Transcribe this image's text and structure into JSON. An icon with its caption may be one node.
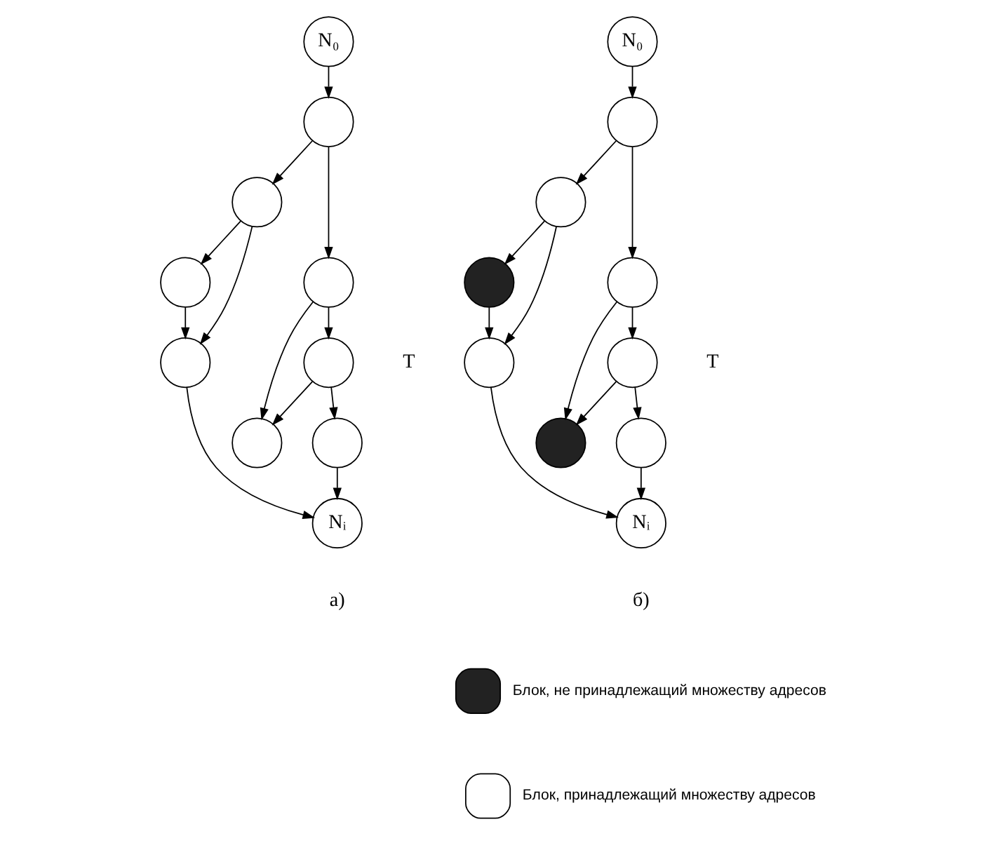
{
  "diagram": {
    "nodes": [
      {
        "text": [
          "N₀"
        ]
      },
      {
        "text": [],
        "shape": "circle"
      },
      {
        "text": [],
        "shape": "circle"
      },
      {
        "text": [],
        "shape": "circle"
      },
      {
        "text": [],
        "shape": "circle"
      },
      {
        "text": [],
        "shape": "circle"
      },
      {
        "text": [],
        "shape": "circle"
      },
      {
        "text": [],
        "shape": "circle"
      },
      {
        "text": [],
        "shape": "circle"
      },
      {
        "text": [
          "Nᵢ"
        ]
      },
      {
        "text": [
          "N₀"
        ]
      },
      {
        "text": [],
        "shape": "circle"
      },
      {
        "text": [],
        "shape": "circle"
      },
      {
        "text": [],
        "shape": "circle"
      },
      {
        "text": [],
        "shape": "circle"
      },
      {
        "text": [],
        "shape": "circle"
      },
      {
        "text": [],
        "shape": "circle"
      },
      {
        "text": [],
        "shape": "circle"
      },
      {
        "text": [],
        "shape": "circle"
      },
      {
        "text": [
          "Nᵢ"
        ]
      }
    ],
    "edges": [
      {
        "from": 0,
        "to": 1,
        "arrow": "to"
      },
      {
        "from": 1,
        "to": 2,
        "arrow": "to"
      },
      {
        "from": 1,
        "to": 3,
        "arrow": "to"
      },
      {
        "from": 2,
        "to": 4,
        "arrow": "to"
      },
      {
        "from": 2,
        "to": 5,
        "arrow": "to"
      },
      {
        "from": 4,
        "to": 5,
        "arrow": "to"
      },
      {
        "from": 3,
        "to": 6,
        "arrow": "to"
      },
      {
        "from": 3,
        "to": 7,
        "arrow": "to"
      },
      {
        "from": 6,
        "to": 7,
        "arrow": "to"
      },
      {
        "from": 6,
        "to": 8,
        "arrow": "to"
      },
      {
        "from": 5,
        "to": 9,
        "arrow": "to"
      },
      {
        "from": 8,
        "to": 9,
        "arrow": "to"
      },
      {
        "from": 10,
        "to": 11,
        "arrow": "to"
      },
      {
        "from": 11,
        "to": 12,
        "arrow": "to"
      },
      {
        "from": 11,
        "to": 13,
        "arrow": "to"
      },
      {
        "from": 12,
        "to": 14,
        "arrow": "to"
      },
      {
        "from": 12,
        "to": 15,
        "arrow": "to"
      },
      {
        "from": 14,
        "to": 15,
        "arrow": "to"
      },
      {
        "from": 13,
        "to": 16,
        "arrow": "to"
      },
      {
        "from": 13,
        "to": 17,
        "arrow": "to"
      },
      {
        "from": 16,
        "to": 17,
        "arrow": "to"
      },
      {
        "from": 16,
        "to": 18,
        "arrow": "to"
      },
      {
        "from": 15,
        "to": 19,
        "arrow": "to"
      },
      {
        "from": 18,
        "to": 19,
        "arrow": "to"
      }
    ],
    "labels": [
      "T",
      "T",
      "а)",
      "б)"
    ],
    "legend": [
      {
        "text": "Блок, не принадлежащий множеству адресов"
      },
      {
        "text": "Блок, принадлежащий множеству адресов"
      }
    ]
  }
}
